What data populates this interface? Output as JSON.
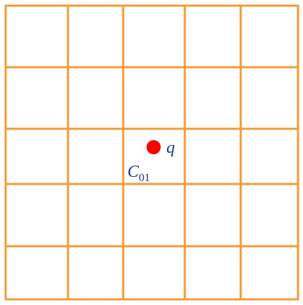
{
  "grid": {
    "rows": 5,
    "columns": 5,
    "line_color": "#F39B36"
  },
  "point": {
    "label": "q",
    "color": "#FF0000",
    "label_color": "#1F3A7A"
  },
  "cell": {
    "label_main": "C",
    "label_subscript": "01",
    "label_color": "#1F3A7A"
  }
}
